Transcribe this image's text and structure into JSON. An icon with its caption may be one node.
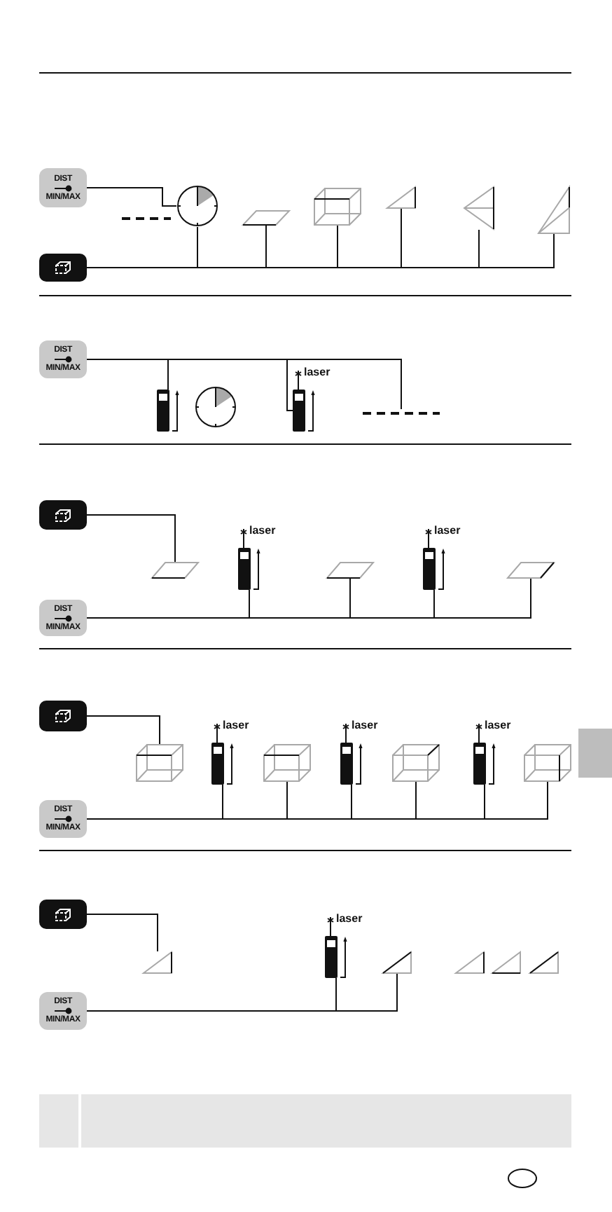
{
  "diagram": {
    "nodes": [
      {
        "text": [
          "DIST",
          "MIN/MAX"
        ]
      },
      {
        "text": [],
        "shape": "button"
      },
      {
        "text": [],
        "shape": "clock"
      },
      {
        "text": [],
        "shape": "line"
      },
      {
        "text": [],
        "shape": "parallelogram"
      },
      {
        "text": [],
        "shape": "cube"
      },
      {
        "text": [],
        "shape": "triangle"
      },
      {
        "text": [],
        "shape": "triangle"
      },
      {
        "text": [],
        "shape": "triangle"
      },
      {
        "text": [
          "DIST",
          "MIN/MAX"
        ]
      },
      {
        "text": [],
        "shape": "device"
      },
      {
        "text": [],
        "shape": "clock"
      },
      {
        "text": [],
        "shape": "device",
        "beside": [
          "laser"
        ]
      },
      {
        "text": [],
        "shape": "line"
      },
      {
        "text": [],
        "shape": "button"
      },
      {
        "text": [],
        "shape": "parallelogram"
      },
      {
        "text": [],
        "shape": "device",
        "beside": [
          "laser"
        ]
      },
      {
        "text": [],
        "shape": "parallelogram"
      },
      {
        "text": [],
        "shape": "device",
        "beside": [
          "laser"
        ]
      },
      {
        "text": [],
        "shape": "parallelogram"
      },
      {
        "text": [
          "DIST",
          "MIN/MAX"
        ]
      },
      {
        "text": [],
        "shape": "button"
      },
      {
        "text": [],
        "shape": "cube"
      },
      {
        "text": [],
        "shape": "device",
        "beside": [
          "laser"
        ]
      },
      {
        "text": [],
        "shape": "cube"
      },
      {
        "text": [],
        "shape": "device",
        "beside": [
          "laser"
        ]
      },
      {
        "text": [],
        "shape": "cube"
      },
      {
        "text": [],
        "shape": "device",
        "beside": [
          "laser"
        ]
      },
      {
        "text": [],
        "shape": "cube"
      },
      {
        "text": [
          "DIST",
          "MIN/MAX"
        ]
      },
      {
        "text": [],
        "shape": "button"
      },
      {
        "text": [],
        "shape": "triangle"
      },
      {
        "text": [],
        "shape": "device",
        "beside": [
          "laser"
        ]
      },
      {
        "text": [],
        "shape": "triangle"
      },
      {
        "text": [],
        "shape": "triangle"
      },
      {
        "text": [],
        "shape": "triangle"
      },
      {
        "text": [],
        "shape": "triangle"
      },
      {
        "text": [
          "DIST",
          "MIN/MAX"
        ]
      }
    ],
    "edges": [
      {
        "from": 0,
        "to": 2,
        "arrow": "none"
      },
      {
        "from": 1,
        "to": 2,
        "arrow": "none"
      },
      {
        "from": 1,
        "to": 4,
        "arrow": "none"
      },
      {
        "from": 1,
        "to": 5,
        "arrow": "none"
      },
      {
        "from": 1,
        "to": 6,
        "arrow": "none"
      },
      {
        "from": 1,
        "to": 7,
        "arrow": "none"
      },
      {
        "from": 1,
        "to": 8,
        "arrow": "none"
      },
      {
        "from": 9,
        "to": 10,
        "arrow": "none"
      },
      {
        "from": 9,
        "to": 12,
        "arrow": "none"
      },
      {
        "from": 9,
        "to": 13,
        "arrow": "none"
      },
      {
        "from": 14,
        "to": 15,
        "arrow": "none"
      },
      {
        "from": 20,
        "to": 16,
        "arrow": "none"
      },
      {
        "from": 20,
        "to": 17,
        "arrow": "none"
      },
      {
        "from": 20,
        "to": 18,
        "arrow": "none"
      },
      {
        "from": 20,
        "to": 19,
        "arrow": "none"
      },
      {
        "from": 21,
        "to": 22,
        "arrow": "none"
      },
      {
        "from": 29,
        "to": 23,
        "arrow": "none"
      },
      {
        "from": 29,
        "to": 24,
        "arrow": "none"
      },
      {
        "from": 29,
        "to": 25,
        "arrow": "none"
      },
      {
        "from": 29,
        "to": 26,
        "arrow": "none"
      },
      {
        "from": 29,
        "to": 27,
        "arrow": "none"
      },
      {
        "from": 29,
        "to": 28,
        "arrow": "none"
      },
      {
        "from": 30,
        "to": 31,
        "arrow": "none"
      },
      {
        "from": 37,
        "to": 32,
        "arrow": "none"
      },
      {
        "from": 37,
        "to": 33,
        "arrow": "none"
      }
    ]
  }
}
